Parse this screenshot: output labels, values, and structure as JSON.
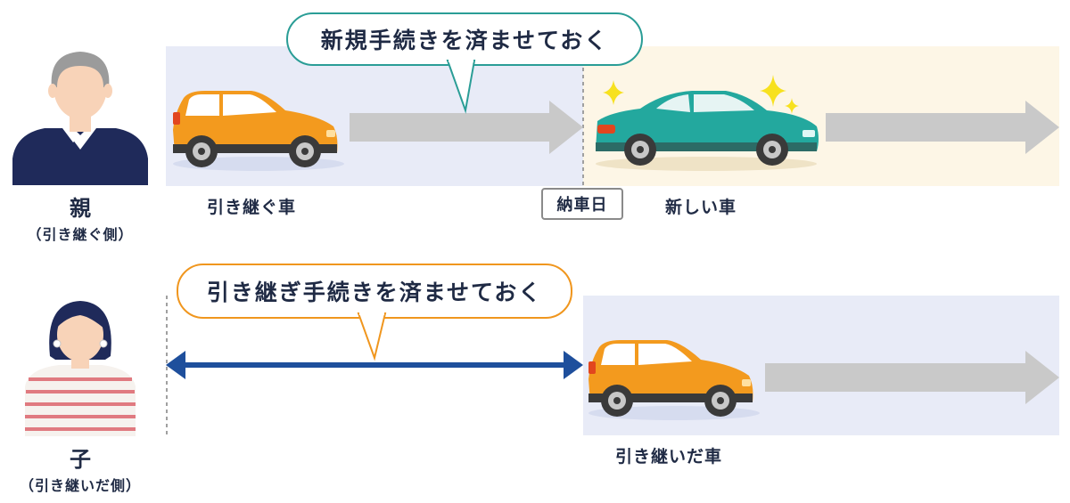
{
  "parent": {
    "role": "親",
    "role_sub": "（引き継ぐ側）",
    "bubble_text": "新規手続きを済ませておく",
    "old_car_label": "引き継ぐ車",
    "new_car_label": "新しい車"
  },
  "delivery_day_label": "納車日",
  "child": {
    "role": "子",
    "role_sub": "（引き継いだ側）",
    "bubble_text": "引き継ぎ手続きを済ませておく",
    "car_label": "引き継いだ車"
  },
  "colors": {
    "band_blue": "#e8ebf7",
    "band_cream": "#fdf6e6",
    "bubble_teal": "#2a9d96",
    "bubble_orange": "#f0961e",
    "arrow_gray": "#c9c9c9",
    "arrow_blue": "#1e4f9c",
    "car_orange": "#f39a1e",
    "car_teal": "#23a89e",
    "navy": "#1f2a5a"
  }
}
